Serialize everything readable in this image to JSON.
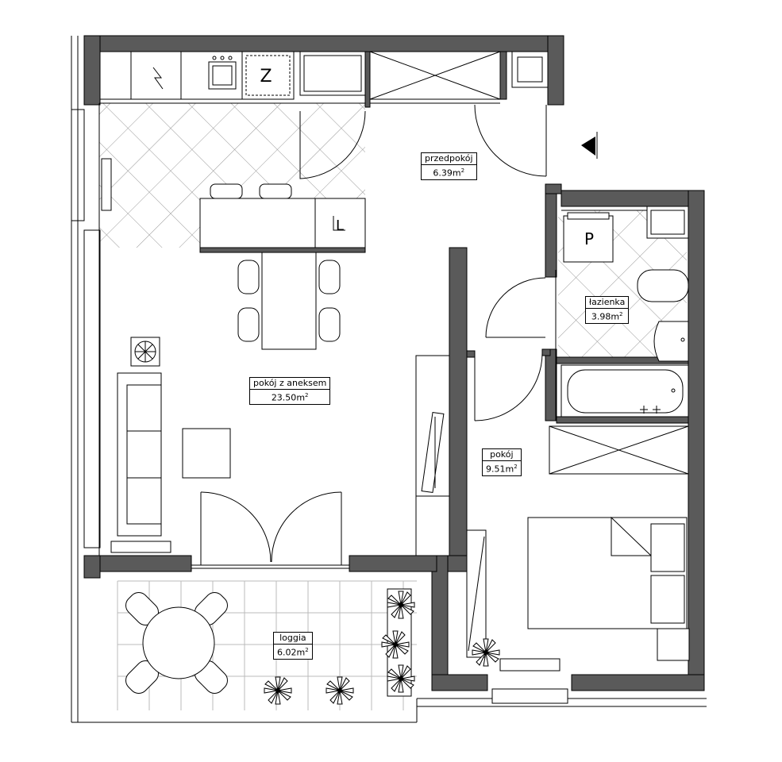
{
  "rooms": {
    "entrance": {
      "name": "przedpokój",
      "area": "6.39",
      "unit": "m",
      "unit_sup": "2"
    },
    "living": {
      "name": "pokój z aneksem",
      "area": "23.50",
      "unit": "m",
      "unit_sup": "2"
    },
    "bathroom": {
      "name": "łazienka",
      "area": "3.98",
      "unit": "m",
      "unit_sup": "2"
    },
    "bedroom": {
      "name": "pokój",
      "area": "9.51",
      "unit": "m",
      "unit_sup": "2"
    },
    "loggia": {
      "name": "loggia",
      "area": "6.02",
      "unit": "m",
      "unit_sup": "2"
    }
  },
  "symbols": {
    "stove": "Z",
    "fridge": "L",
    "boiler": "P"
  },
  "colors": {
    "wall": "#5a5a5a",
    "line": "#000000",
    "background": "#ffffff"
  },
  "icons": [
    "entrance-arrow-icon",
    "fan-icon",
    "plant-icon"
  ]
}
